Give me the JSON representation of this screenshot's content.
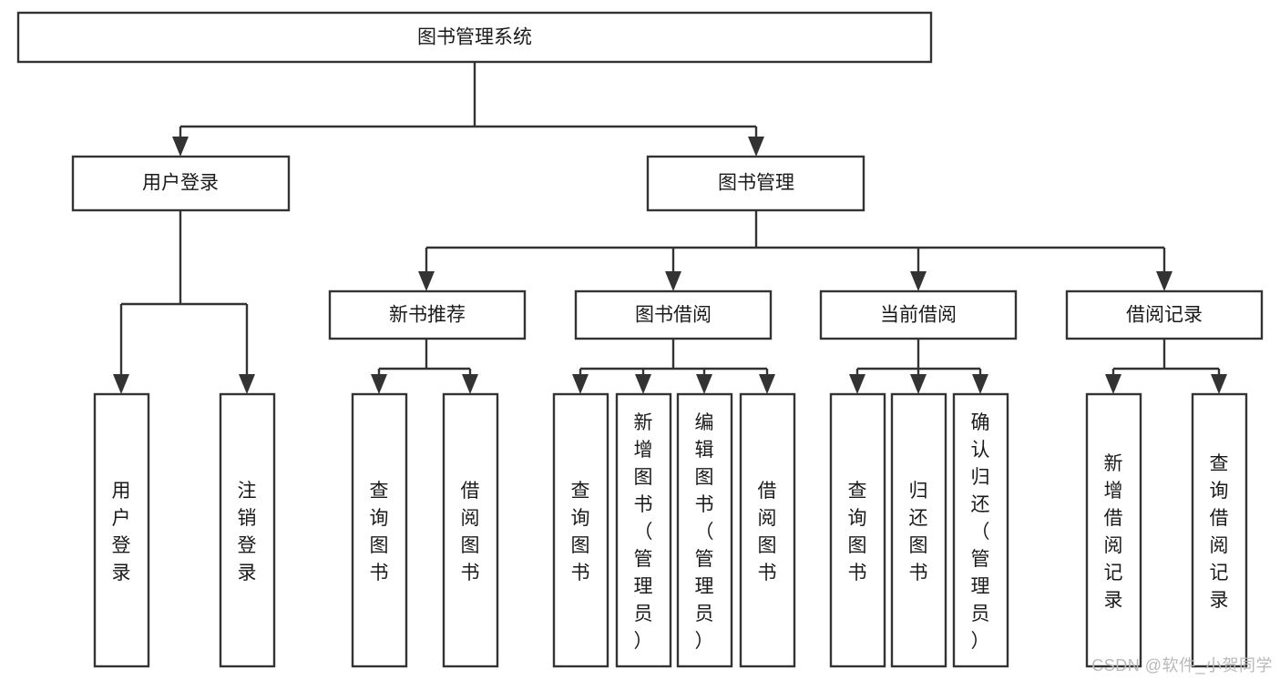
{
  "diagram": {
    "title": "图书管理系统",
    "type": "tree-hierarchy-chart",
    "colors": {
      "box_stroke": "#333333",
      "box_fill": "#ffffff",
      "text": "#1a1a1a",
      "watermark": "#b9b9b9",
      "background": "#ffffff"
    },
    "root": {
      "label": "图书管理系统"
    },
    "level2": [
      {
        "label": "用户登录"
      },
      {
        "label": "图书管理"
      }
    ],
    "level3": [
      {
        "label": "新书推荐"
      },
      {
        "label": "图书借阅"
      },
      {
        "label": "当前借阅"
      },
      {
        "label": "借阅记录"
      }
    ],
    "leaves": {
      "user_login": [
        {
          "label": "用户登录"
        },
        {
          "label": "注销登录"
        }
      ],
      "new_book_recommend": [
        {
          "label": "查询图书"
        },
        {
          "label": "借阅图书"
        }
      ],
      "book_borrow": [
        {
          "label": "查询图书"
        },
        {
          "label": "新增图书（管理员）"
        },
        {
          "label": "编辑图书（管理员）"
        },
        {
          "label": "借阅图书"
        }
      ],
      "current_borrow": [
        {
          "label": "查询图书"
        },
        {
          "label": "归还图书"
        },
        {
          "label": "确认归还（管理员）"
        }
      ],
      "borrow_record": [
        {
          "label": "新增借阅记录"
        },
        {
          "label": "查询借阅记录"
        }
      ]
    }
  },
  "watermark": {
    "text": "CSDN @软件_小贺同学"
  }
}
